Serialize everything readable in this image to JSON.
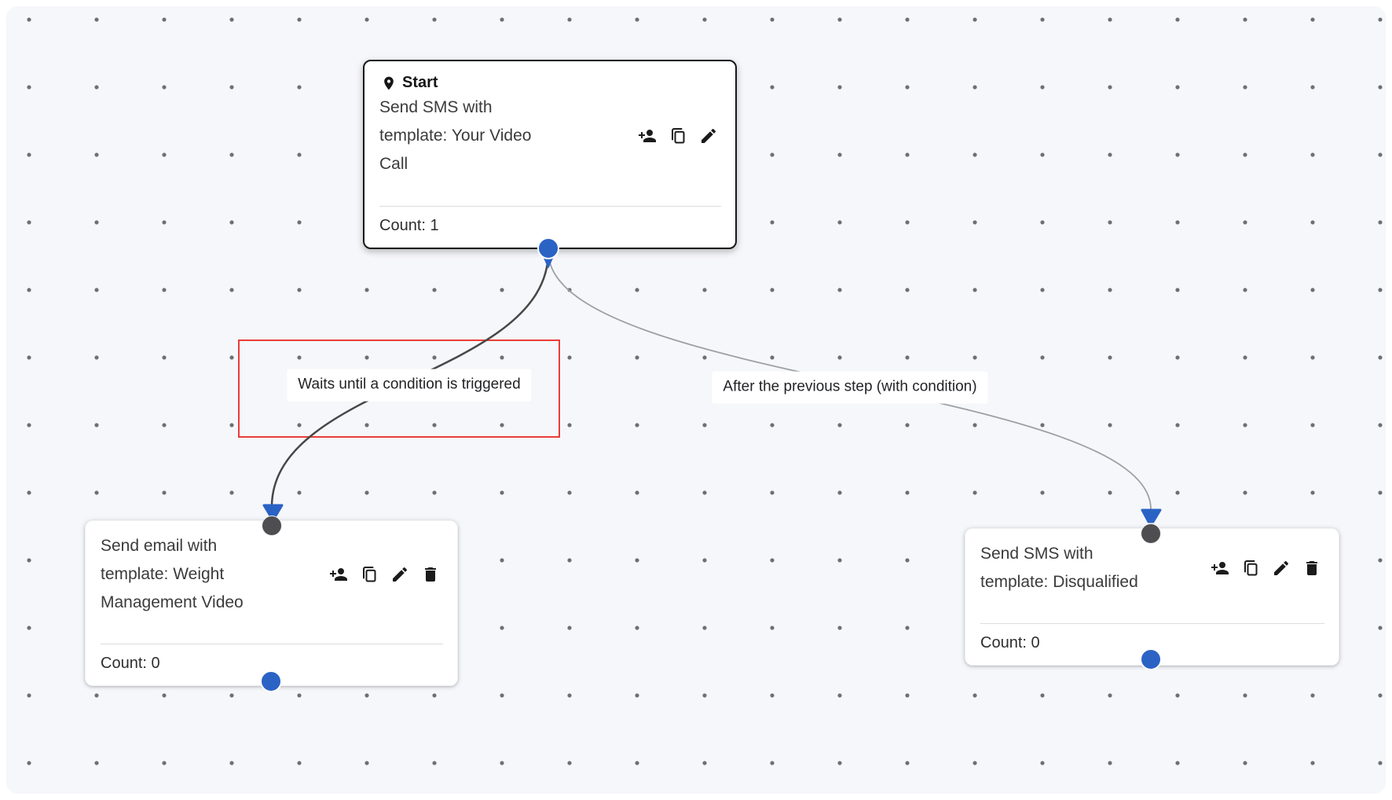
{
  "canvas": {
    "background_color": "#f6f7fa",
    "dot_color": "#6e6e77"
  },
  "nodes": [
    {
      "id": "start",
      "header": "Start",
      "header_icon": "location-pin",
      "title": "Send SMS with\ntemplate: Your Video\nCall",
      "count_label": "Count: 1",
      "actions": [
        "add-person",
        "copy",
        "edit"
      ]
    },
    {
      "id": "email-weight-management",
      "title": "Send email with\ntemplate: Weight\nManagement Video",
      "count_label": "Count: 0",
      "actions": [
        "add-person",
        "copy",
        "edit",
        "delete"
      ]
    },
    {
      "id": "sms-disqualified",
      "title": "Send SMS with\ntemplate: Disqualified",
      "count_label": "Count: 0",
      "actions": [
        "add-person",
        "copy",
        "edit",
        "delete"
      ]
    }
  ],
  "edges": [
    {
      "from": "start",
      "to": "email-weight-management",
      "label": "Waits until a condition is triggered",
      "color": "#474747"
    },
    {
      "from": "start",
      "to": "sms-disqualified",
      "label": "After the previous step (with condition)",
      "color": "#9da0a6"
    }
  ],
  "colors": {
    "handle_blue": "#2b63c5",
    "handle_dark": "#4e4e50",
    "highlight_red": "#ea3d38",
    "start_node_border": "#18181b"
  }
}
